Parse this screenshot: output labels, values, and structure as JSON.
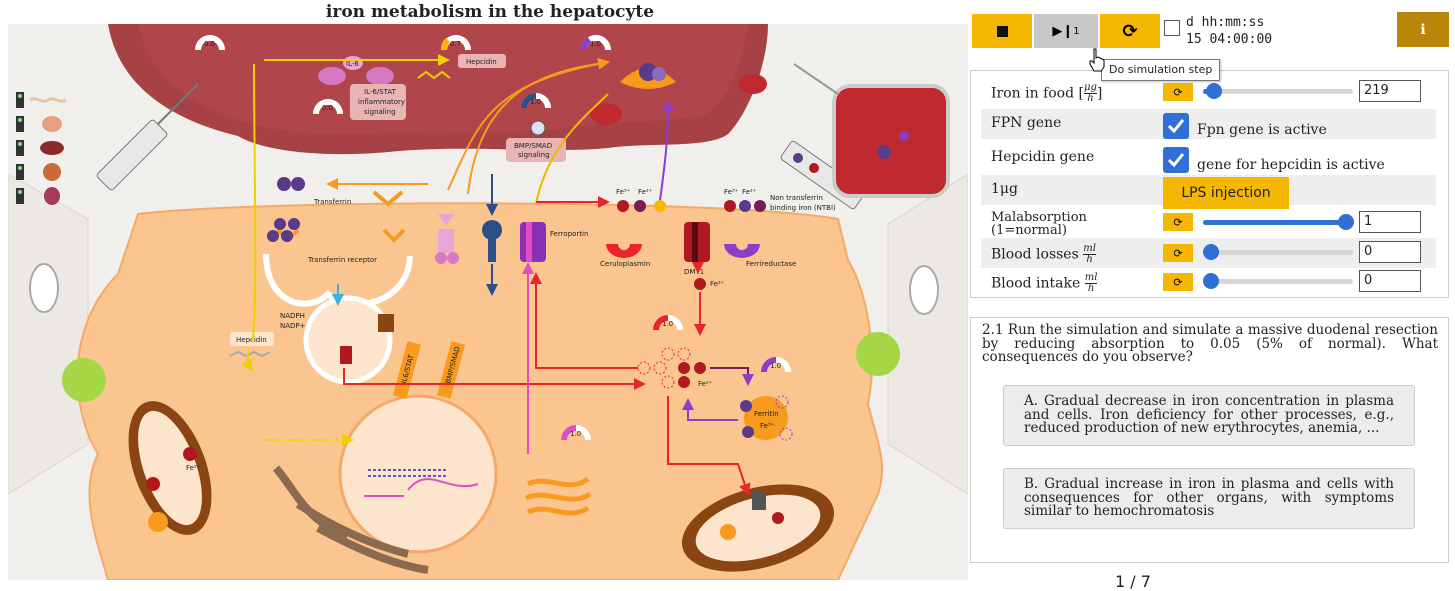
{
  "title": "iron metabolism in the hepatocyte",
  "toolbar": {
    "stop_icon": "stop-icon",
    "step_icon": "step-icon",
    "step_subscript": "1",
    "reset_icon": "refresh-icon",
    "clock_format": "d hh:mm:ss",
    "clock_value": "15 04:00:00",
    "tooltip": "Do simulation step",
    "info_icon": "info-icon"
  },
  "params": {
    "iron_food": {
      "label": "Iron in food [",
      "unit_num": "μg",
      "unit_den": "h",
      "label_end": "]",
      "value": "219",
      "slider_fraction": 0.07
    },
    "fpn": {
      "label": "FPN gene",
      "checkbox_label": "Fpn gene is active",
      "checked": true
    },
    "hepcidin": {
      "label": "Hepcidin gene",
      "checkbox_label": "gene for hepcidin is active",
      "checked": true
    },
    "lps": {
      "label": "1μg",
      "button": "LPS injection"
    },
    "malabsorption": {
      "label_line1": "Malabsorption",
      "label_line2": "(1=normal)",
      "value": "1",
      "slider_fraction": 1.0
    },
    "blood_losses": {
      "label": "Blood losses",
      "unit_num": "ml",
      "unit_den": "h",
      "value": "0",
      "slider_fraction": 0.0
    },
    "blood_intake": {
      "label": "Blood intake",
      "unit_num": "ml",
      "unit_den": "h",
      "value": "0",
      "slider_fraction": 0.0
    }
  },
  "question": {
    "text": "2.1 Run the simulation and simulate a massive duodenal resection by reducing absorption to 0.05 (5% of normal). What consequences do you observe?",
    "answer_a": "A. Gradual decrease in iron concentration in plasma and cells. Iron deficiency for other processes, e.g., reduced production of new erythrocytes, anemia, ...",
    "answer_b": "B. Gradual increase in iron in plasma and cells with consequences for other organs, with symptoms similar to hemochromatosis"
  },
  "pager": "1 / 7",
  "diagram": {
    "gauges": [
      "0.0",
      "0.7",
      "1.0",
      "0.0",
      "1.0",
      "1.0",
      "1.0",
      "1.0"
    ],
    "labels": {
      "il6": "IL-6",
      "il6stat": "IL-6/STAT",
      "il6stat2": "inflammatory",
      "il6stat3": "signaling",
      "hepcidin_top": "Hepcidin",
      "bmp": "BMP/SMAD",
      "bmp2": "signaling",
      "transferrin": "Transferrin",
      "tfr": "Transferrin receptor",
      "ferroportin": "Ferroportin",
      "ntbi1": "Non transferrin",
      "ntbi2": "binding iron (NTBI)",
      "cerulo": "Ceruloplasmin",
      "dmt1": "DMT1",
      "ferrired": "Ferrireductase",
      "fe3a": "Fe³⁺",
      "fe3b": "Fe³⁺",
      "fe3c": "Fe³⁺",
      "fe2a": "Fe²⁺",
      "fe2b": "Fe²⁺",
      "fe2c": "Fe²⁺",
      "fe2d": "Fe²⁺",
      "fe2e": "Fe²⁺",
      "hepcidin_cell": "Hepcidin",
      "il6stat_v": "IL6/STAT",
      "bmpsmad_v": "BMP/SMAD",
      "nadph": "NADPH",
      "nadp": "NADP+",
      "ferritin": "Ferritin",
      "ferritin_fe": "Fe³⁺"
    }
  },
  "colors": {
    "accent": "#f5b700",
    "cell": "#fbc58f",
    "blood": "#a64145",
    "slider": "#2f6fd6",
    "info": "#b8860b"
  }
}
